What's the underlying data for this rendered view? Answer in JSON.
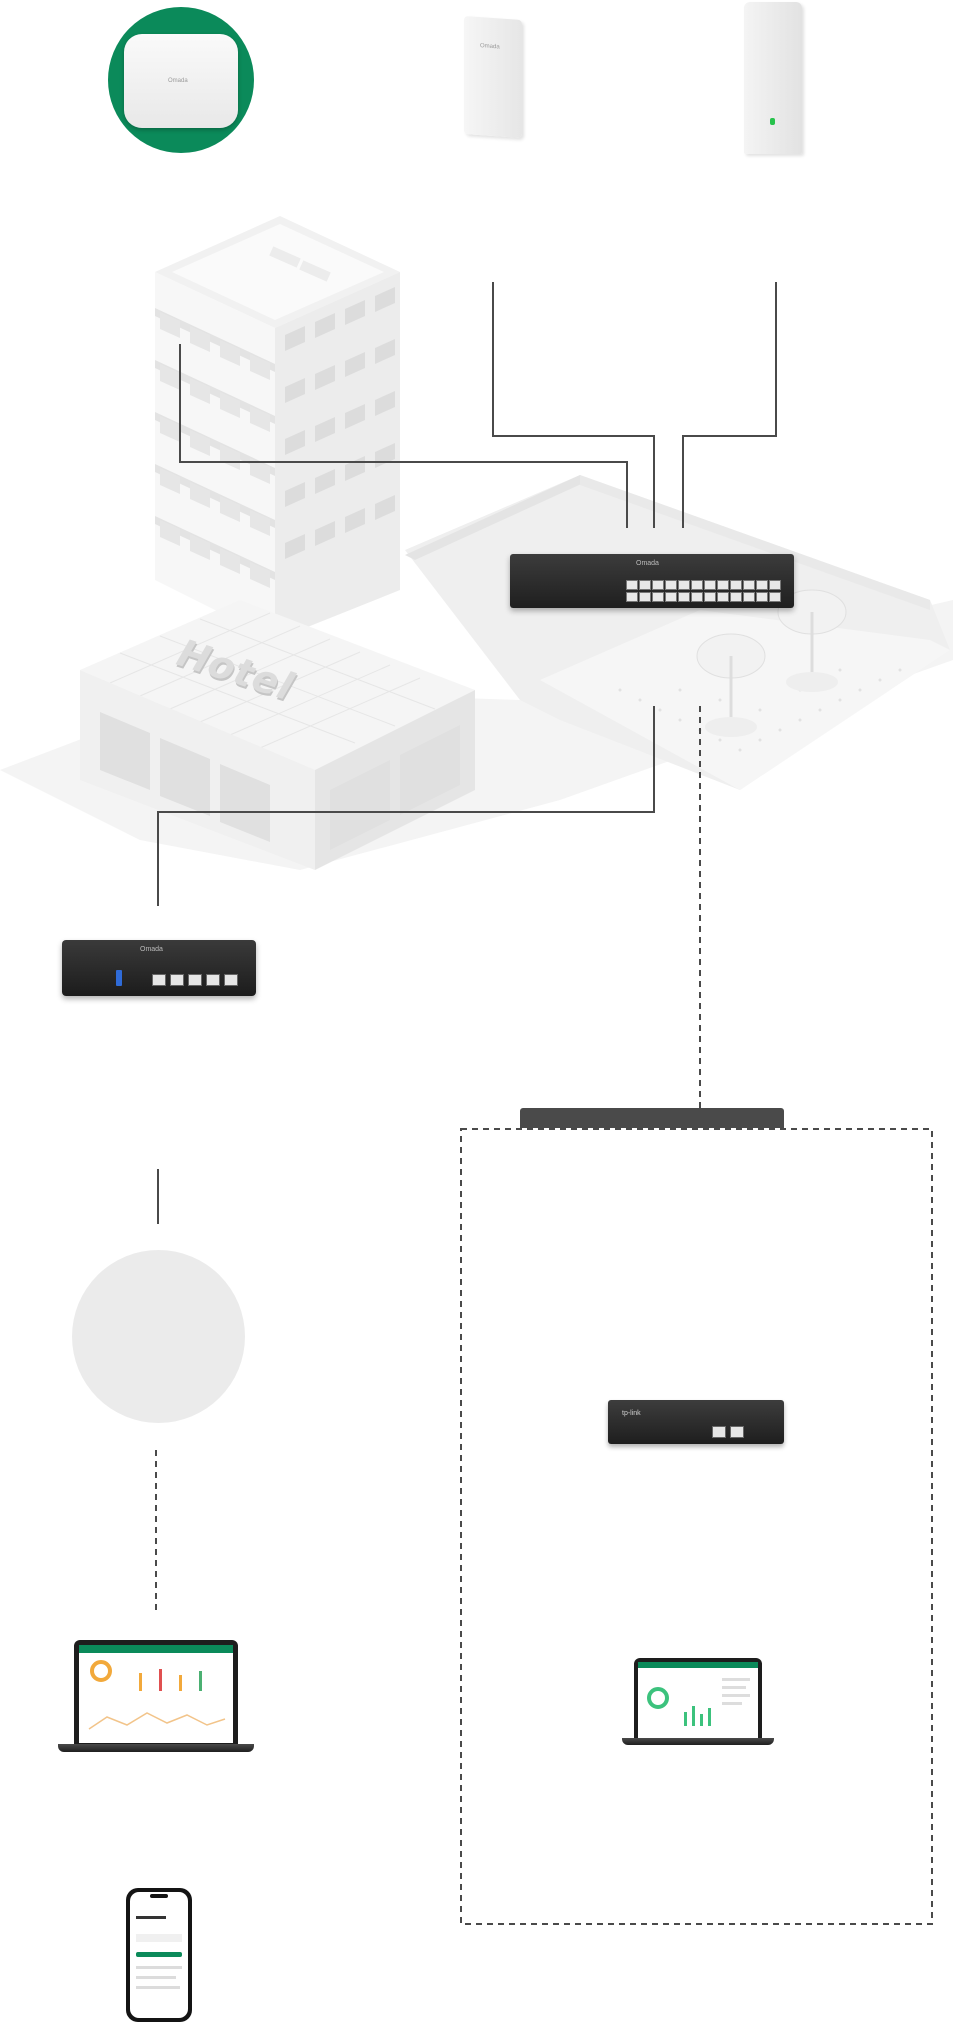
{
  "building": {
    "sign_text": "Hotel"
  },
  "devices": {
    "ceiling_ap": {
      "brand": "Omada"
    },
    "wall_ap": {
      "brand": "Omada"
    },
    "outdoor_ap": {
      "brand": ""
    },
    "switch": {
      "brand": "Omada"
    },
    "router": {
      "brand": "Omada"
    },
    "controller": {
      "brand": "tp-link"
    }
  },
  "colors": {
    "accent": "#0b8a5a",
    "line": "#4a4a4a",
    "cloud": "#ebebeb",
    "building": "#f2f2f2"
  }
}
